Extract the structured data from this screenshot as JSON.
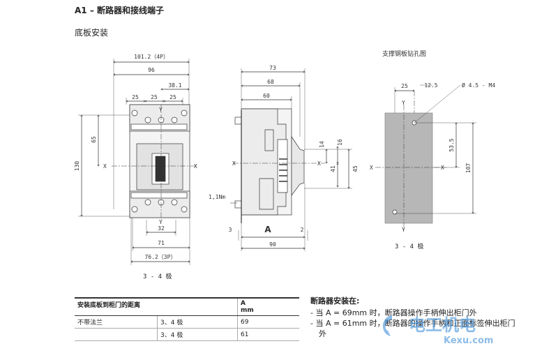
{
  "header": {
    "title": "A1 – 断路器和接线端子",
    "subtitle": "底板安装"
  },
  "front_view": {
    "dims": {
      "w4p": "101.2（4P）",
      "w96": "96",
      "w38": "38.1",
      "p25a": "25",
      "p25b": "25",
      "p25c": "25",
      "h65": "65",
      "h130": "130",
      "w32": "32",
      "w71": "71",
      "w76": "76.2（3P）"
    },
    "axis": {
      "x": "X",
      "y": "Y"
    },
    "caption": "3 - 4 极"
  },
  "side_view": {
    "dims": {
      "d73": "73",
      "d68": "68",
      "d60": "60",
      "d14": "14",
      "d16": "16",
      "d41": "41",
      "d45": "45",
      "d3": "3",
      "d2": "2",
      "d90": "90",
      "torque": "1,1Nm",
      "a": "A"
    },
    "axis": {
      "x": "X"
    }
  },
  "drill_view": {
    "title": "支撑钢板钻孔图",
    "dims": {
      "d25": "25",
      "d12_5": "12.5",
      "hole": "Ø 4.5 - M4",
      "d53_5": "53.5",
      "d107": "107"
    },
    "axis": {
      "x": "X",
      "y": "Y"
    },
    "caption": "3 - 4 极"
  },
  "table": {
    "header": {
      "col1": "安装底板到柜门的距离",
      "col3_a": "A",
      "col3_b": "mm"
    },
    "rows": [
      {
        "label": "不带法兰",
        "poles": "3、4 极",
        "value": "69"
      },
      {
        "label": "",
        "poles": "3、4 极",
        "value": "61"
      }
    ]
  },
  "notes": {
    "title": "断路器安装在:",
    "items": [
      "- 当 A = 69mm 时，断路器操作手柄伸出柜门外",
      "- 当 A = 61mm 时，断路器的操作手柄和正面标签伸出柜门外"
    ]
  },
  "watermark": {
    "cn": "电工机电",
    "en": "Kexu.com"
  },
  "colors": {
    "plate": "#b7b7b7",
    "watermark": "#2f86d6"
  }
}
